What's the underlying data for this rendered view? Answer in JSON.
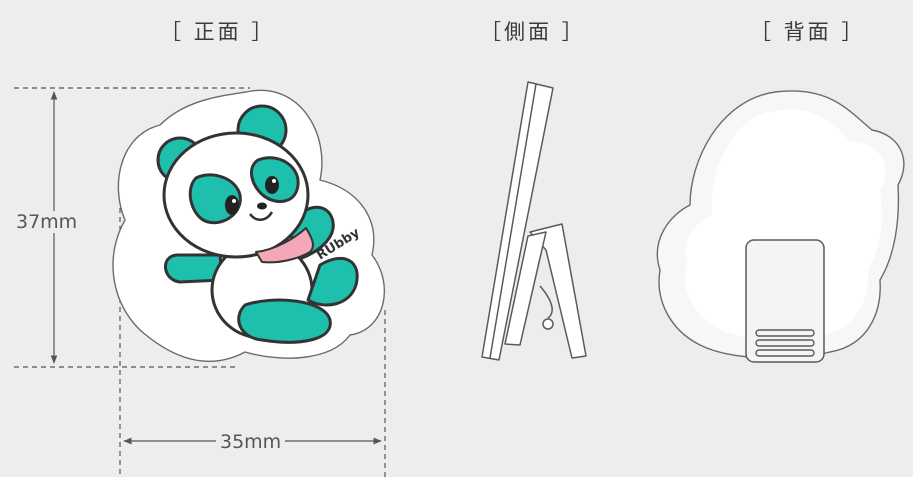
{
  "views": {
    "front": "［ 正面 ］",
    "side": "［側面 ］",
    "back": "［ 背面 ］"
  },
  "dimensions": {
    "height": "37mm",
    "width": "35mm"
  },
  "character": {
    "badge_text": "RUbby"
  },
  "colors": {
    "background": "#eceeee",
    "teal": "#1fbfad",
    "outline": "#333333",
    "scarf": "#f3a7b7",
    "cut_line": "#6b6b6b"
  }
}
